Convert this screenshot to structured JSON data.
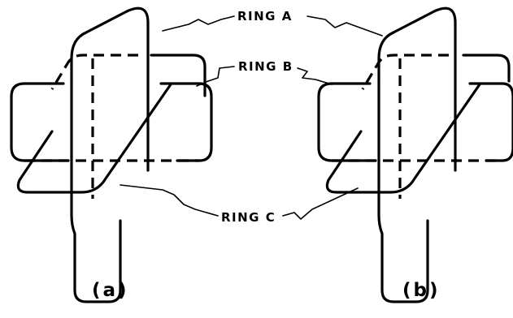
{
  "labels": {
    "ring_a": "RING A",
    "ring_b": "RING B",
    "ring_c": "RING C"
  },
  "captions": {
    "a": "(a)",
    "b": "(b)"
  }
}
